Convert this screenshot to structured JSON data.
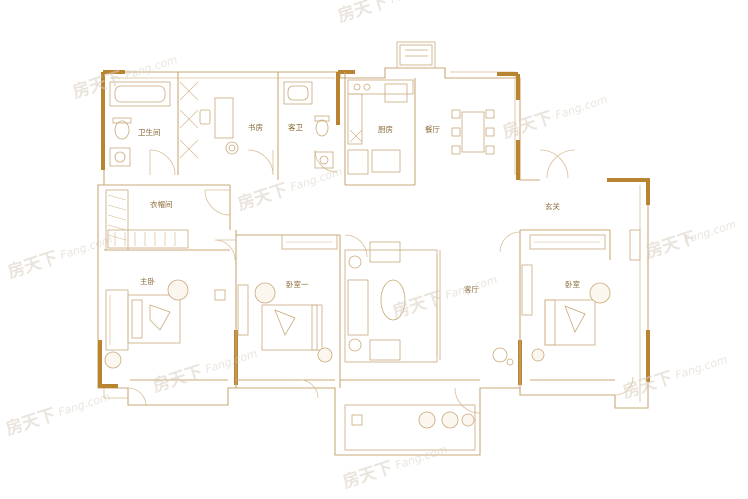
{
  "rooms": {
    "bathroom_main": "卫生间",
    "study": "书房",
    "guest_bath": "客卫",
    "kitchen": "厨房",
    "dining": "餐厅",
    "cloakroom": "衣帽间",
    "entrance": "玄关",
    "master_bedroom": "主卧",
    "second_bedroom": "卧室一",
    "living_room": "客厅",
    "third_bedroom": "卧室"
  },
  "watermark": {
    "brand_cn": "房天下",
    "brand_en": "Fang.com"
  },
  "colors": {
    "wall": "#c9a97a",
    "thick_wall": "#b9842f",
    "label": "#8a6a3a",
    "watermark": "#d9cfc2"
  }
}
